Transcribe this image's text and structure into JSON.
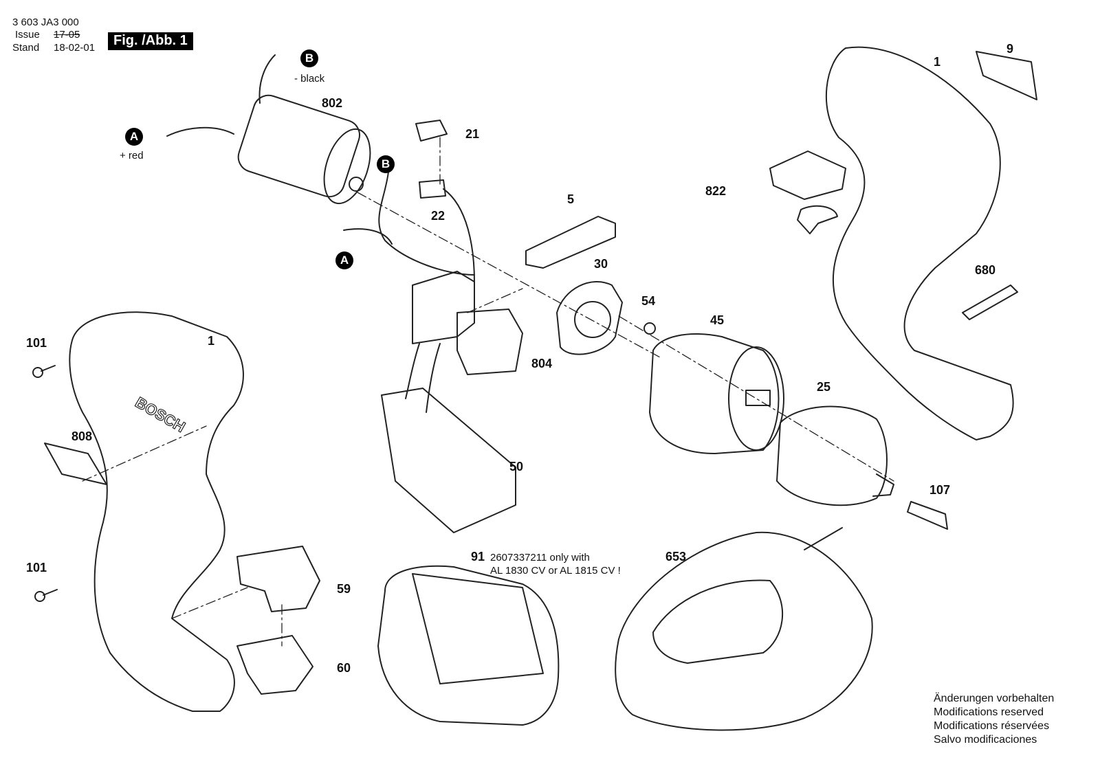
{
  "header": {
    "doc_number": "3 603 JA3 000",
    "issue_label": "Issue",
    "issue_old_date": "17-05",
    "stand_label": "Stand",
    "stand_date": "18-02-01",
    "figure_label": "Fig. /Abb. 1"
  },
  "wire_markers": {
    "b_top": {
      "letter": "B",
      "note": "- black"
    },
    "a_left": {
      "letter": "A",
      "note": "+ red"
    },
    "b_mid": {
      "letter": "B"
    },
    "a_mid": {
      "letter": "A"
    }
  },
  "parts": {
    "p1_right": "1",
    "p9": "9",
    "p802": "802",
    "p21": "21",
    "p22": "22",
    "p822": "822",
    "p5": "5",
    "p680": "680",
    "p30": "30",
    "p54": "54",
    "p45": "45",
    "p101_top": "101",
    "p1_left": "1",
    "p804": "804",
    "p25": "25",
    "p808": "808",
    "p50": "50",
    "p107": "107",
    "p91": "91",
    "p653": "653",
    "p101_bottom": "101",
    "p59": "59",
    "p60": "60"
  },
  "battery_note": {
    "line1": "2607337211 only with",
    "line2": "AL 1830 CV or AL 1815 CV !"
  },
  "modifications_note": [
    "Änderungen vorbehalten",
    "Modifications reserved",
    "Modifications réservées",
    "Salvo modificaciones"
  ]
}
